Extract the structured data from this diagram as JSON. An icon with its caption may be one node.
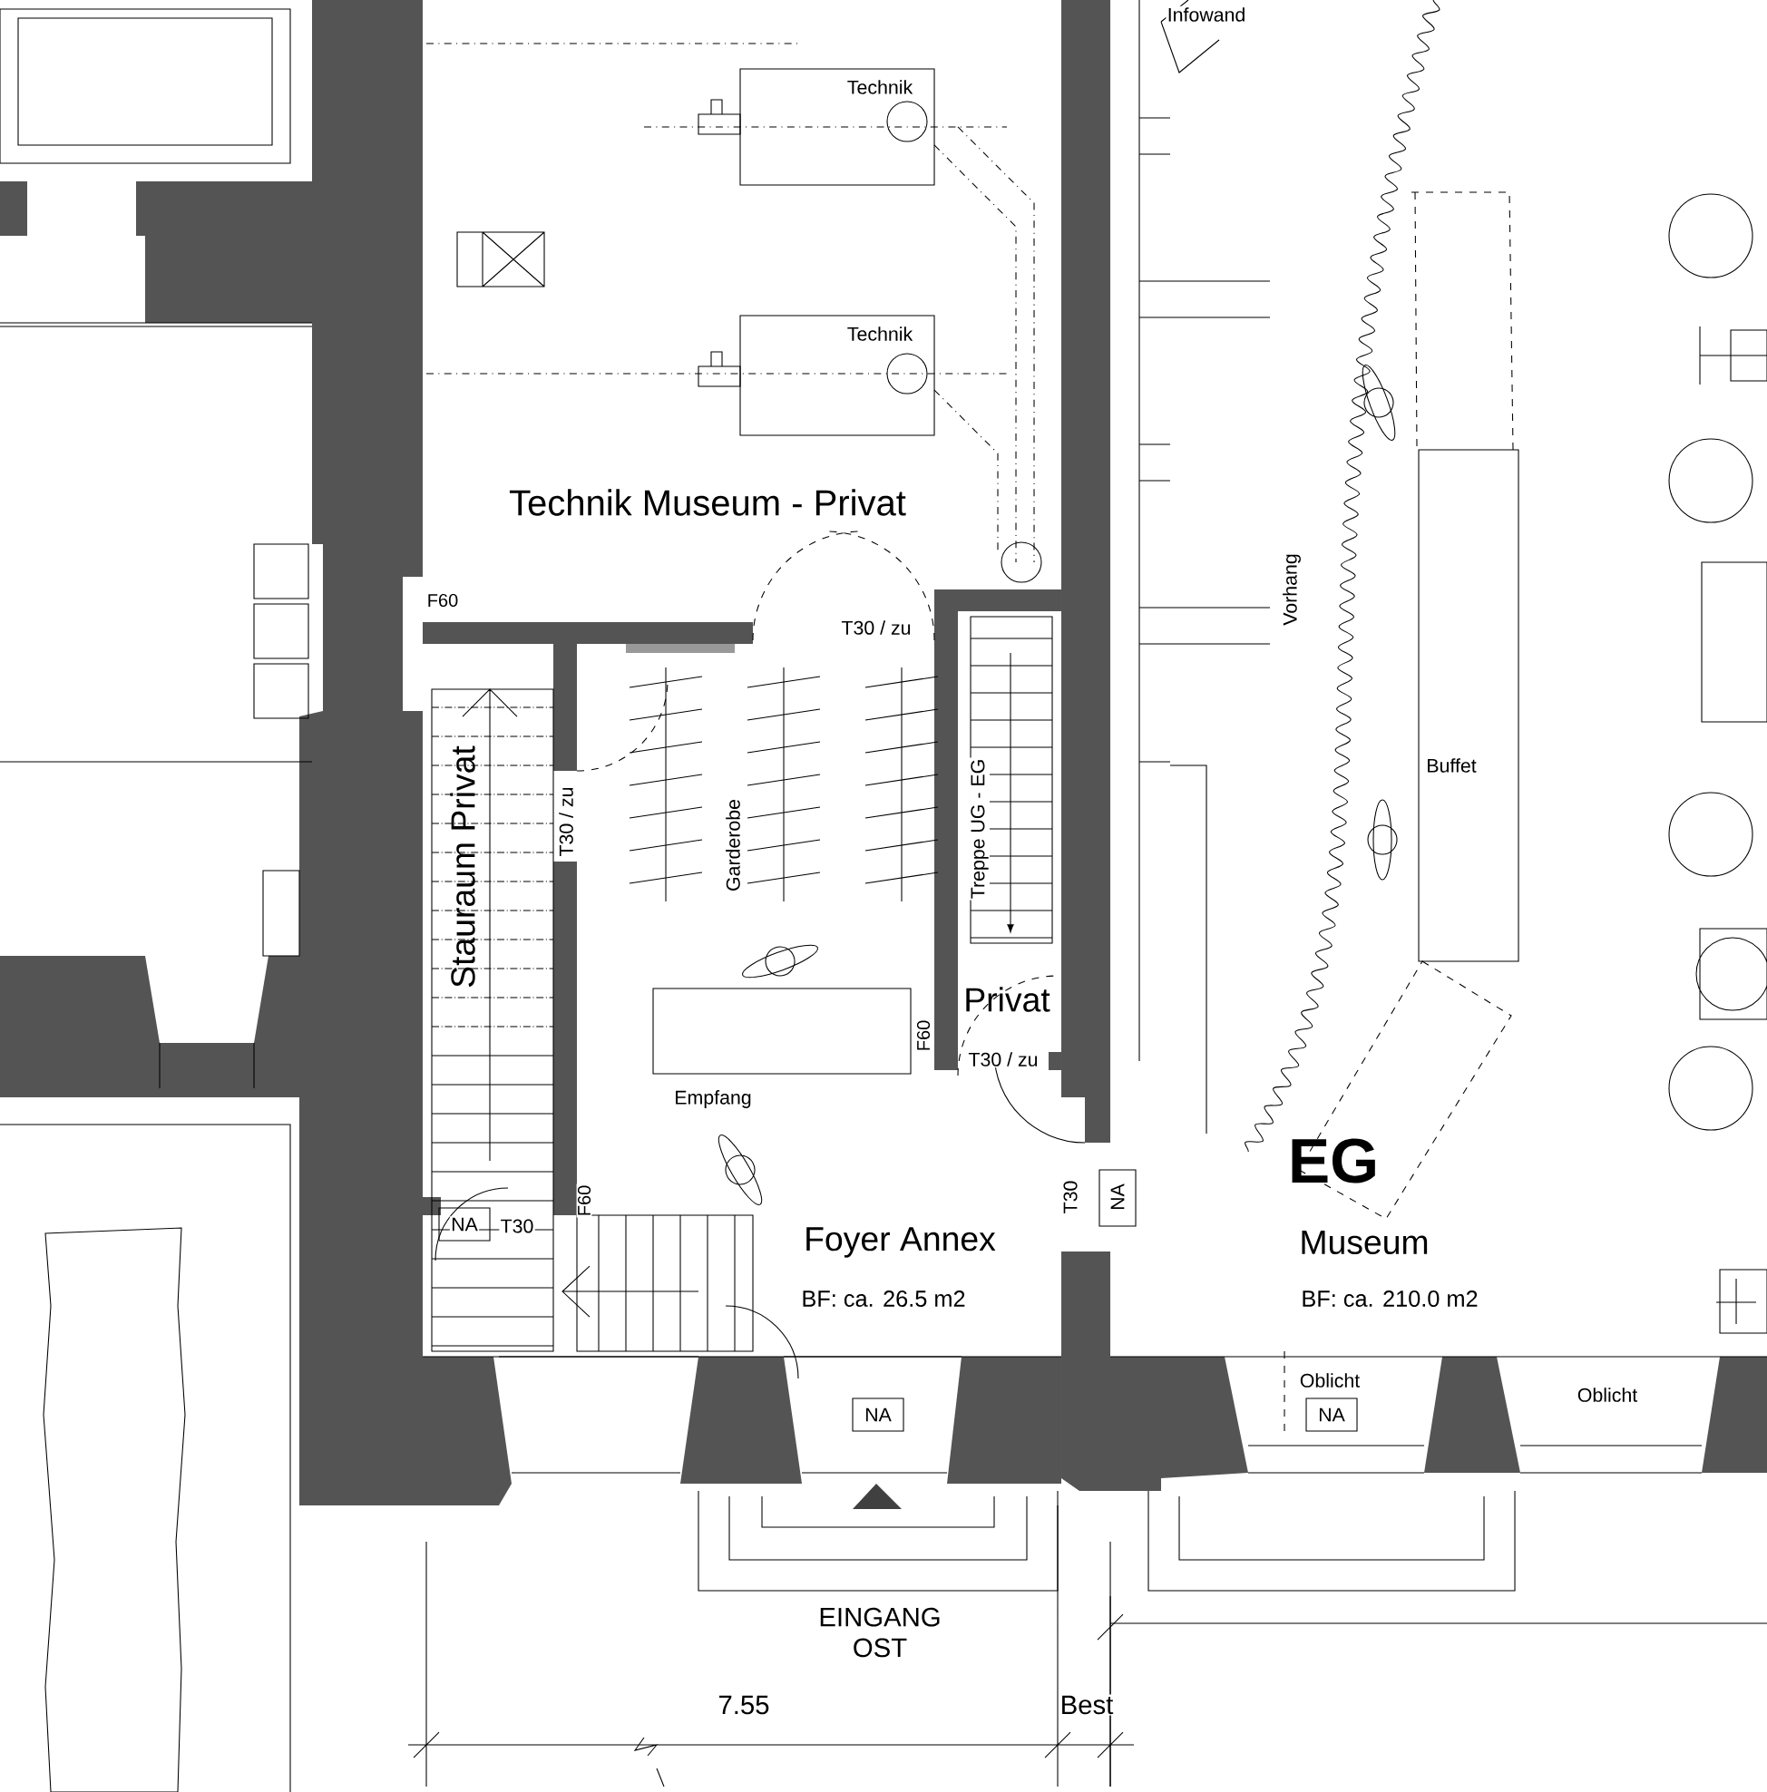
{
  "diagram": {
    "nodes": [
      {
        "text": [
          "Technik"
        ]
      },
      {
        "text": [
          "Technik"
        ]
      },
      {
        "text": [
          "Buffet"
        ]
      },
      {
        "text": [
          "NA"
        ]
      },
      {
        "text": [
          "NA"
        ]
      },
      {
        "text": [
          "NA"
        ]
      },
      {
        "text": [
          "NA"
        ]
      }
    ],
    "labels": [
      "Infowand",
      "Technik Museum - Privat",
      "F60",
      "T30 / zu",
      "Vorhang",
      "Treppe UG - EG",
      "T30 / zu",
      "Garderobe",
      "Stauraum Privat",
      "Privat",
      "F60",
      "T30 / zu",
      "Empfang",
      "EG",
      "F60",
      "T30",
      "T30",
      "Foyer Annex",
      "Museum",
      "BF: ca. 26.5 m2",
      "BF: ca. 210.0 m2",
      "Oblicht",
      "Oblicht",
      "EINGANG OST",
      "7.55",
      "Best"
    ]
  }
}
